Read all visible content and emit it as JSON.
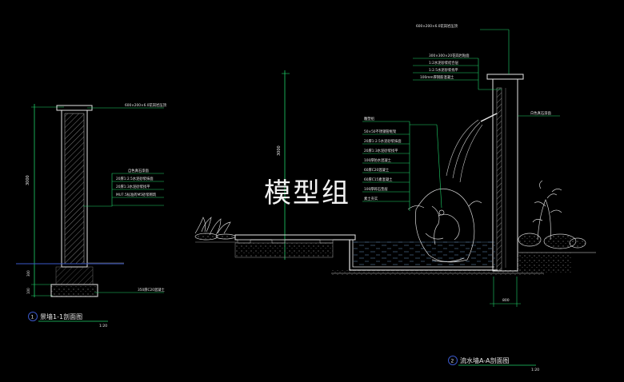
{
  "watermark": "模型组",
  "drawing_left": {
    "cap_note": "600×200×6.0花岗岩压顶",
    "annotations": [
      "自色真石漆面",
      "20厚1:2.5水泥砂浆抹面",
      "20厚1:3水泥砂浆找平",
      "MU7.5标准砖M5砂浆砌筑"
    ],
    "base_note": "350厚C20混凝土",
    "dim_height": "3000",
    "dim_footing_1": "300",
    "dim_footing_2": "100",
    "title": "景墙1-1剖面图",
    "number": "1",
    "scale": "1:20"
  },
  "drawing_right": {
    "cap_note_top": "600×200×6.0花岗岩压顶",
    "cap_layers": [
      "300×300×20花岗岩贴面",
      "1:2水泥砂浆结合层",
      "1:2.5水泥砂浆找平",
      "100mm厚钢筋混凝土"
    ],
    "wall_note": "白色真石漆面",
    "sculpture_notes": [
      "雕塑组",
      "50×50不锈钢管框架",
      "20厚1:2.5水泥砂浆抹面",
      "20厚1:3水泥砂浆找平",
      "100厚防水混凝土",
      "60厚C20混凝土",
      "60厚C15素混凝土",
      "100厚碎石垫层",
      "素土夯实"
    ],
    "dim_height": "3000",
    "dim_bottom": "800",
    "title": "流水墙A-A剖面图",
    "number": "2",
    "scale": "1:20"
  }
}
